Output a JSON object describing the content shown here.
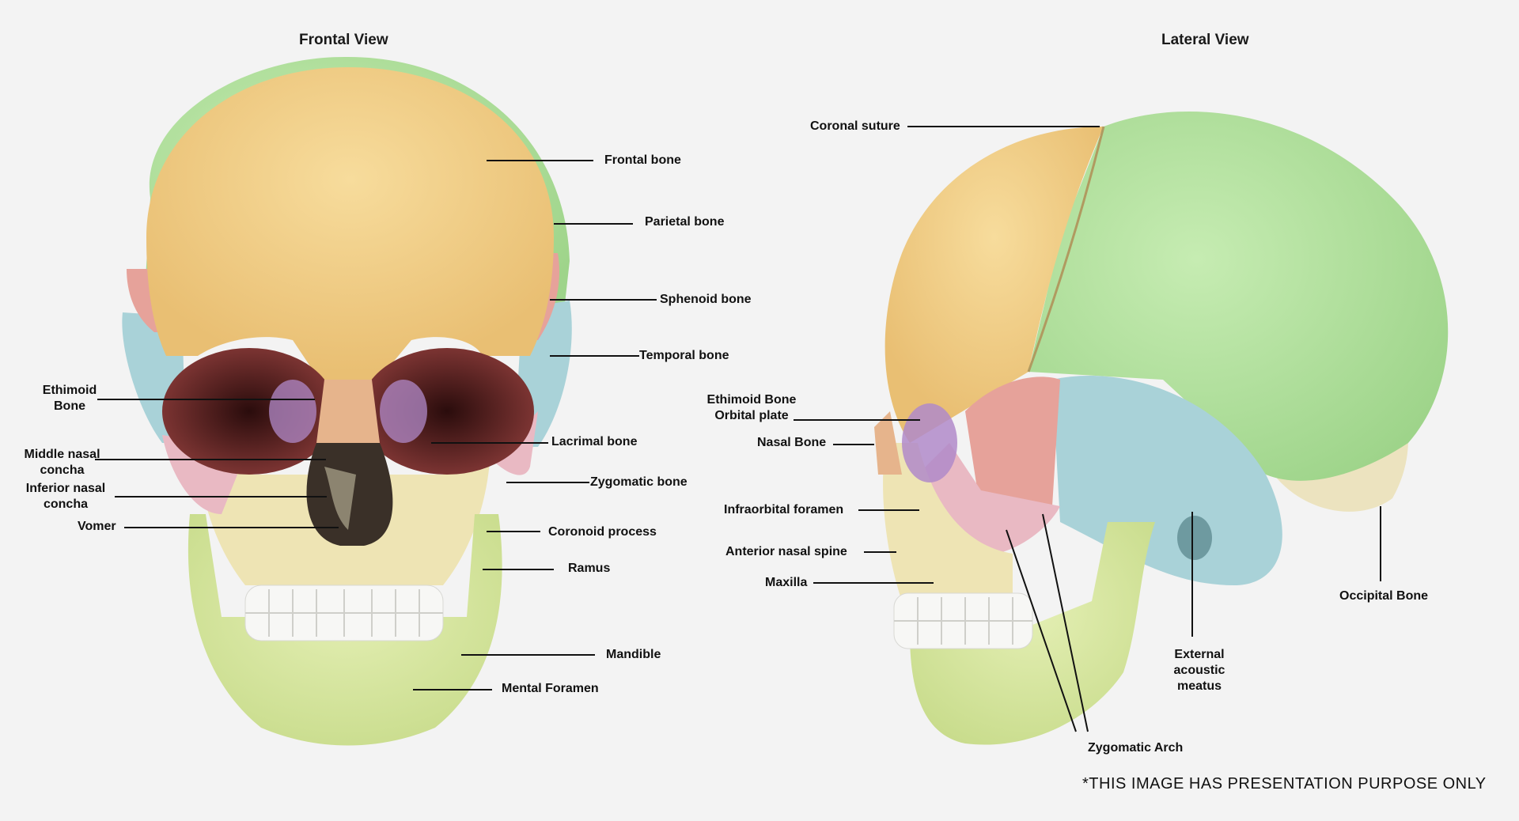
{
  "frontal": {
    "title": "Frontal View",
    "labels": {
      "frontal_bone": "Frontal bone",
      "parietal_bone": "Parietal bone",
      "sphenoid_bone": "Sphenoid bone",
      "temporal_bone": "Temporal bone",
      "ethimoid_line1": "Ethimoid",
      "ethimoid_line2": "Bone",
      "lacrimal_bone": "Lacrimal bone",
      "middle_nasal_line1": "Middle nasal",
      "middle_nasal_line2": "concha",
      "inferior_nasal_line1": "Inferior nasal",
      "inferior_nasal_line2": "concha",
      "zygomatic_bone": "Zygomatic bone",
      "vomer": "Vomer",
      "coronoid_process": "Coronoid process",
      "ramus": "Ramus",
      "mandible": "Mandible",
      "mental_foramen": "Mental Foramen"
    }
  },
  "lateral": {
    "title": "Lateral View",
    "labels": {
      "coronal_suture": "Coronal suture",
      "ethmoid_line1": "Ethimoid Bone",
      "ethmoid_line2": "Orbital plate",
      "nasal_bone": "Nasal Bone",
      "infraorbital_foramen": "Infraorbital foramen",
      "anterior_nasal_spine": "Anterior nasal spine",
      "maxilla": "Maxilla",
      "external_line1": "External",
      "external_line2": "acoustic",
      "external_line3": "meatus",
      "occipital_bone": "Occipital Bone",
      "zygomatic_arch": "Zygomatic Arch"
    }
  },
  "note": "*THIS IMAGE HAS PRESENTATION PURPOSE ONLY",
  "colors": {
    "frontal_bone": "#f2d08a",
    "parietal_bone": "#b8e3a6",
    "sphenoid_bone": "#e6a29a",
    "temporal_bone": "#a9d2d8",
    "zygomatic_bone": "#e9b9c3",
    "maxilla": "#eee4b4",
    "mandible": "#d8e8a2",
    "ethmoid": "#b08ac9",
    "lacrimal": "#e6b48c",
    "occipital": "#ece3bf",
    "teeth": "#f7f7f5",
    "orbit_shadow": "#7a2a2a",
    "background": "#f3f3f3"
  }
}
